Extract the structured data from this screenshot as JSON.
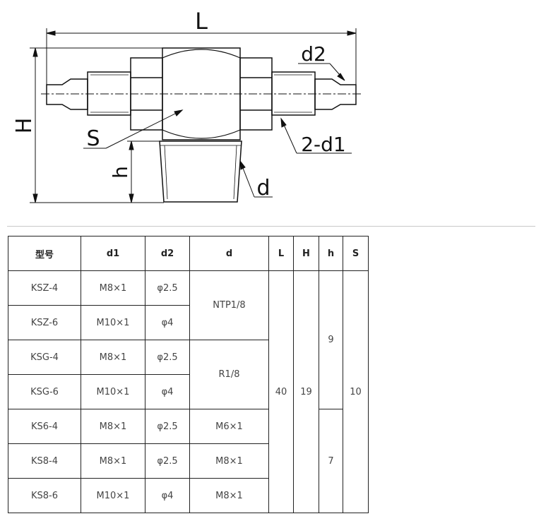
{
  "drawing": {
    "labels": {
      "L": "L",
      "H": "H",
      "h": "h",
      "S": "S",
      "d": "d",
      "d2": "d2",
      "two_d1": "2-d1"
    }
  },
  "table": {
    "headers": [
      "型号",
      "d1",
      "d2",
      "d",
      "L",
      "H",
      "h",
      "S"
    ],
    "rows": [
      {
        "model": "KSZ-4",
        "d1": "M8×1",
        "d2": "φ2.5"
      },
      {
        "model": "KSZ-6",
        "d1": "M10×1",
        "d2": "φ4"
      },
      {
        "model": "KSG-4",
        "d1": "M8×1",
        "d2": "φ2.5"
      },
      {
        "model": "KSG-6",
        "d1": "M10×1",
        "d2": "φ4"
      },
      {
        "model": "KS6-4",
        "d1": "M8×1",
        "d2": "φ2.5"
      },
      {
        "model": "KS8-4",
        "d1": "M8×1",
        "d2": "φ2.5"
      },
      {
        "model": "KS8-6",
        "d1": "M10×1",
        "d2": "φ4"
      }
    ],
    "d_values": [
      "NTP1/8",
      "R1/8",
      "M6×1",
      "M8×1",
      "M8×1"
    ],
    "L": "40",
    "H": "19",
    "h_values": [
      "9",
      "7"
    ],
    "S": "10"
  }
}
